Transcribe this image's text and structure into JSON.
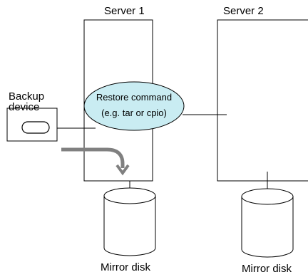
{
  "servers": [
    {
      "label": "Server 1"
    },
    {
      "label": "Server 2"
    }
  ],
  "backup_device": {
    "line1": "Backup",
    "line2": "device"
  },
  "restore": {
    "line1": "Restore command",
    "line2": "(e.g. tar or cpio)"
  },
  "disks": [
    {
      "label": "Mirror disk"
    },
    {
      "label": "Mirror disk"
    }
  ],
  "colors": {
    "ellipse_fill": "#c9ecf2",
    "arrow": "#808080",
    "stroke": "#000000"
  }
}
